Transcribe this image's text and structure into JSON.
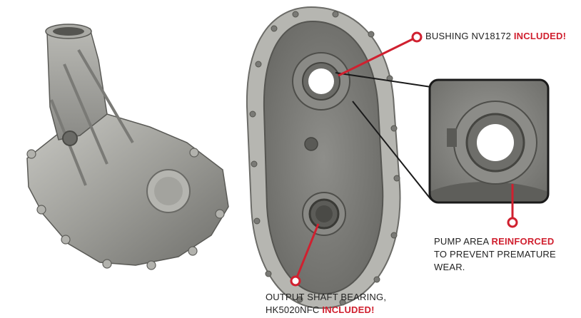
{
  "callouts": {
    "bushing": {
      "prefix": "BUSHING NV18172 ",
      "highlight": "INCLUDED!"
    },
    "pump": {
      "prefix": "PUMP AREA ",
      "highlight": "REINFORCED",
      "line2": "TO PREVENT PREMATURE",
      "line3": "WEAR."
    },
    "output": {
      "line1": "OUTPUT SHAFT BEARING,",
      "prefix": "HK5020NFC ",
      "highlight": "INCLUDED!"
    }
  },
  "colors": {
    "accent": "#d0202f",
    "text": "#222222",
    "metal": "#9a9a96",
    "frame": "#1a1a1a"
  }
}
